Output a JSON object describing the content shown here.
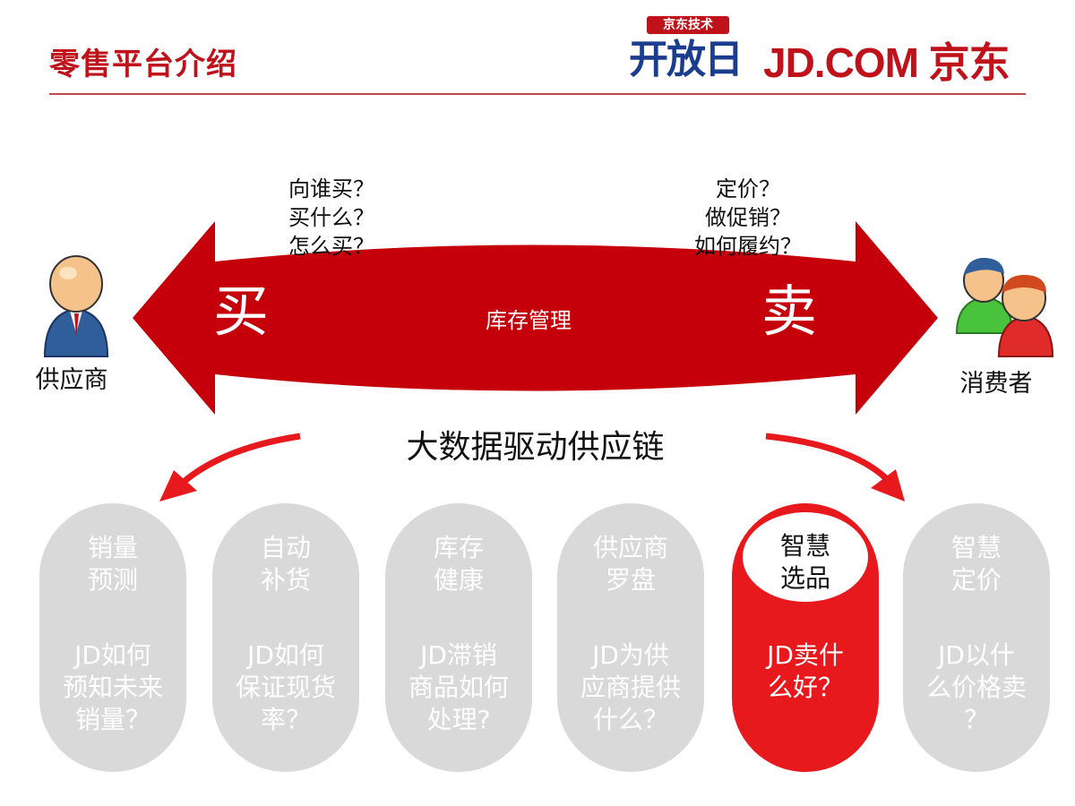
{
  "header": {
    "title": "零售平台介绍",
    "logo_open_top": "京东技术",
    "logo_open_bottom": "开放日",
    "logo_jd": "JD.COM 京东"
  },
  "colors": {
    "brand_red": "#c0121b",
    "arrow_red": "#c5000b",
    "pill_gray": "#d9d9d9",
    "pill_active": "#e8191c",
    "logo_blue": "#1b3d8f"
  },
  "diagram": {
    "left_questions": [
      "向谁买？",
      "买什么？",
      "怎么买？"
    ],
    "right_questions": [
      "定价？",
      "做促销？",
      "如何履约？"
    ],
    "buy_label": "买",
    "sell_label": "卖",
    "center_label": "库存管理",
    "supplier_label": "供应商",
    "consumer_label": "消费者",
    "bigdata_label": "大数据驱动供应链",
    "supplier_icon": "businessman-icon",
    "consumer_icon": "users-icon"
  },
  "pills": [
    {
      "title": [
        "销量",
        "预测"
      ],
      "desc": [
        "JD如何",
        "预知未来",
        "销量？"
      ],
      "active": false
    },
    {
      "title": [
        "自动",
        "补货"
      ],
      "desc": [
        "JD如何",
        "保证现货",
        "率？"
      ],
      "active": false
    },
    {
      "title": [
        "库存",
        "健康"
      ],
      "desc": [
        "JD滞销",
        "商品如何",
        "处理?"
      ],
      "active": false
    },
    {
      "title": [
        "供应商",
        "罗盘"
      ],
      "desc": [
        "JD为供",
        "应商提供",
        "什么？"
      ],
      "active": false
    },
    {
      "title": [
        "智慧",
        "选品"
      ],
      "desc": [
        "JD卖什",
        "么好？"
      ],
      "active": true
    },
    {
      "title": [
        "智慧",
        "定价"
      ],
      "desc": [
        "JD以什",
        "么价格卖",
        "？"
      ],
      "active": false
    }
  ]
}
